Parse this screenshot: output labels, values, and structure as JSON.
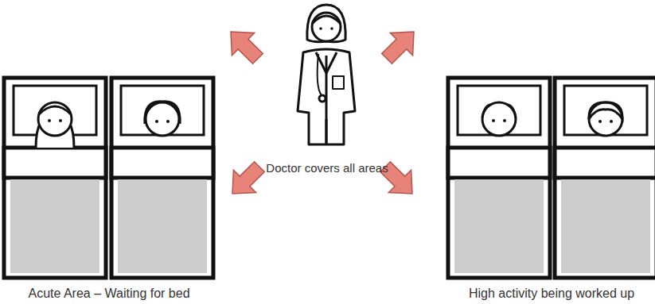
{
  "diagram": {
    "labels": [
      "Doctor covers all areas",
      "Acute Area – Waiting for bed",
      "High activity being worked up"
    ]
  }
}
